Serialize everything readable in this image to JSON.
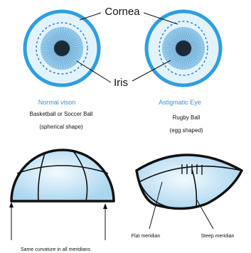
{
  "labels": {
    "cornea": "Cornea",
    "iris": "Iris",
    "normal_title": "Normal vison",
    "normal_sub1": "Basketball or Soccer Ball",
    "normal_sub2": "(spherical shape)",
    "astig_title": "Astigmatic Eye",
    "astig_sub1": "Rugby Ball",
    "astig_sub2": "(egg shaped)",
    "flat_meridian": "Flat meridian",
    "steep_meridian": "Steep meridian",
    "same_curvature": "Same curvature in all meridians"
  },
  "colors": {
    "eye_ring": "#2e9fe0",
    "eye_outer": "#e3f3fc",
    "iris": "#7ab8df",
    "pupil": "#1c2a36",
    "dashed": "#2b7fd0",
    "title_blue": "#3f8fd2",
    "ball_fill": "#cfe9f7",
    "outline": "#111111"
  }
}
